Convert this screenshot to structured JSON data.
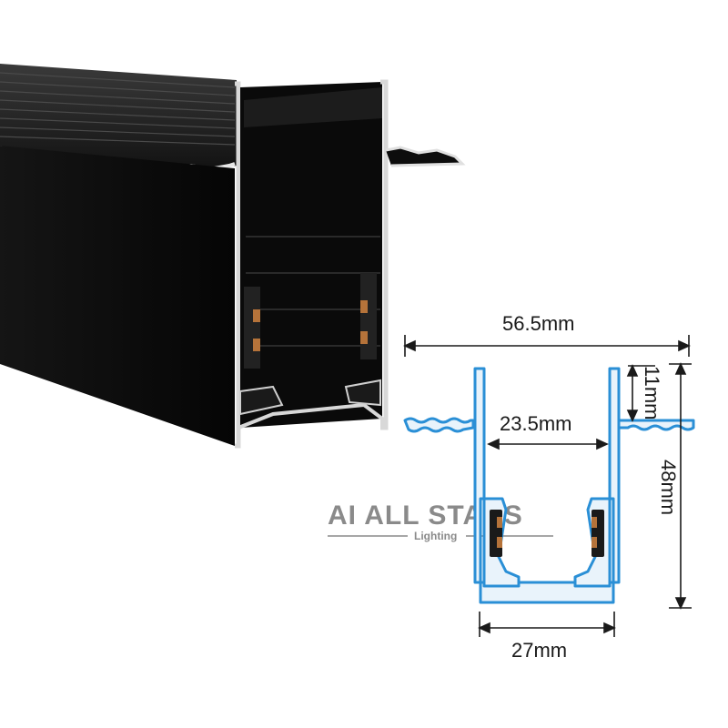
{
  "product": {
    "name": "",
    "body_color": "#0d0d0d",
    "profile_color": "#2a8fd6",
    "profile_fill": "#e9f3fb",
    "contact_color": "#b5733a"
  },
  "logo": {
    "main": "AI ALL STARS",
    "sub": "Lighting",
    "color": "#8a8a8a"
  },
  "dimensions": {
    "total_width": "56.5mm",
    "inner_width": "23.5mm",
    "flange_height": "11mm",
    "total_height": "48mm",
    "bottom_width": "27mm"
  }
}
